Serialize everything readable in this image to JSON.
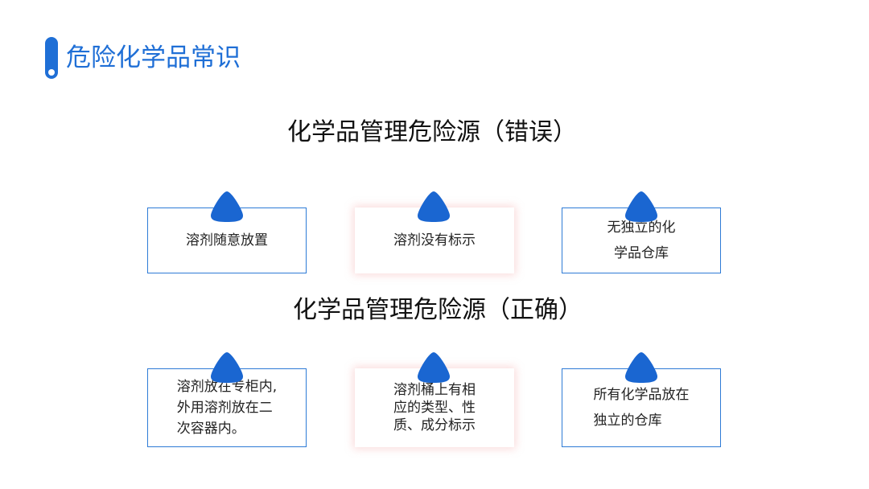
{
  "page": {
    "title": "危险化学品常识"
  },
  "sections": [
    {
      "title": "化学品管理危险源（错误）",
      "cards": [
        {
          "lines": [
            "溶剂随意放置"
          ]
        },
        {
          "lines": [
            "溶剂没有标示"
          ]
        },
        {
          "lines": [
            "无独立的化",
            "学品仓库"
          ]
        }
      ]
    },
    {
      "title": "化学品管理危险源（正确）",
      "cards": [
        {
          "lines": [
            "溶剂放在专柜内,",
            "外用溶剂放在二",
            "次容器内。"
          ]
        },
        {
          "lines": [
            "溶剂桶上有相",
            "应的类型、性",
            "质、成分标示"
          ]
        },
        {
          "lines": [
            "所有化学品放在",
            "独立的仓库"
          ]
        }
      ]
    }
  ],
  "colors": {
    "accent": "#1f6fd6",
    "card_border": "#2e7bd6",
    "shadow": "#f09696"
  },
  "icons": {
    "card_marker": "rounded-triangle-marker-icon",
    "title_marker": "pill-bar-icon"
  }
}
